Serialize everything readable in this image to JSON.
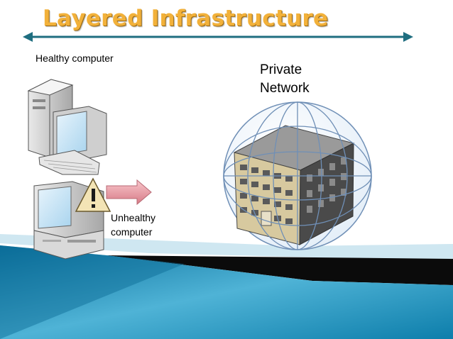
{
  "slide": {
    "title": "Layered Infrastructure"
  },
  "diagram": {
    "healthy_label": "Healthy computer",
    "network_label_line1": "Private",
    "network_label_line2": "Network",
    "unhealthy_label_line1": "Unhealthy",
    "unhealthy_label_line2": "computer"
  },
  "colors": {
    "title": "#f2b13a",
    "divider": "#1f6e80",
    "arrow": "#e8a0a8",
    "warning": "#f3e4b5",
    "footer_dark": "#0e7ba5",
    "footer_light": "#9fd3e8"
  },
  "icons": [
    "desktop-computer-icon",
    "warning-icon",
    "right-arrow-icon",
    "building-icon",
    "globe-icon"
  ]
}
